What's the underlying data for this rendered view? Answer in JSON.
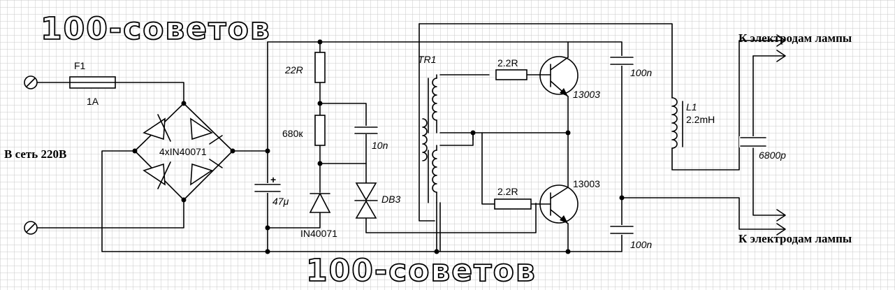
{
  "colors": {
    "background": "#ffffff",
    "grid": "#c8c8c8",
    "ink": "#000000"
  },
  "watermark": {
    "text": "100-советов"
  },
  "labels": {
    "mains": "В сеть 220В",
    "lamp_top": "К электродам лампы",
    "lamp_bottom": "К электродам лампы"
  },
  "components": {
    "fuse": {
      "name": "F1",
      "value": "1A"
    },
    "bridge": {
      "value": "4xIN40071"
    },
    "cap_main": {
      "value": "47μ"
    },
    "r1": {
      "value": "22R"
    },
    "r2": {
      "value": "680к"
    },
    "cap_trigger": {
      "value": "10n"
    },
    "diode": {
      "value": "IN40071"
    },
    "dinistor": {
      "value": "DB3"
    },
    "transformer": {
      "name": "TR1"
    },
    "r_base_top": {
      "value": "2.2R"
    },
    "r_base_bottom": {
      "value": "2.2R"
    },
    "q_top": {
      "value": "13003"
    },
    "q_bottom": {
      "value": "13003"
    },
    "cap_top": {
      "value": "100n"
    },
    "cap_bottom": {
      "value": "100n"
    },
    "inductor": {
      "name": "L1",
      "value": "2.2mH"
    },
    "cap_lamp": {
      "value": "6800p"
    }
  }
}
